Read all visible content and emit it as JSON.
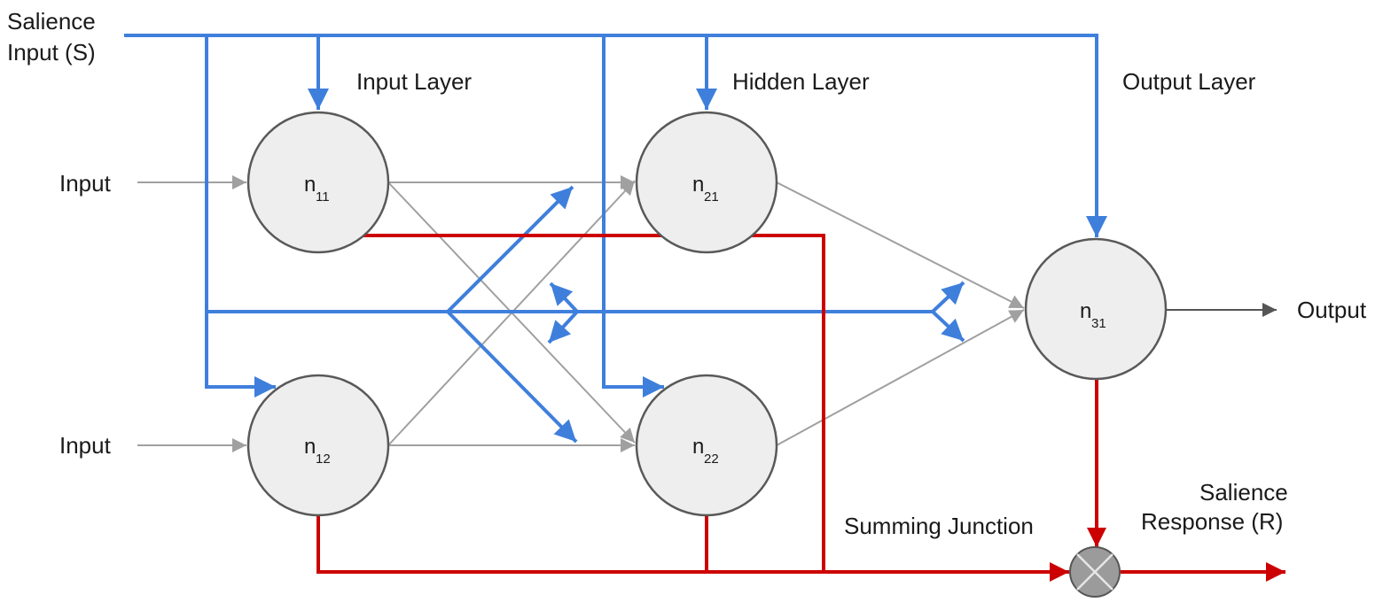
{
  "labels": {
    "salience_input_line1": "Salience",
    "salience_input_line2": "Input (S)",
    "input_layer": "Input Layer",
    "hidden_layer": "Hidden Layer",
    "output_layer": "Output Layer",
    "input_top": "Input",
    "input_bottom": "Input",
    "output": "Output",
    "summing_junction": "Summing Junction",
    "salience_response_line1": "Salience",
    "salience_response_line2": "Response (R)"
  },
  "nodes": {
    "n11": {
      "name": "n",
      "sub": "11"
    },
    "n12": {
      "name": "n",
      "sub": "12"
    },
    "n21": {
      "name": "n",
      "sub": "21"
    },
    "n22": {
      "name": "n",
      "sub": "22"
    },
    "n31": {
      "name": "n",
      "sub": "31"
    }
  },
  "colors": {
    "salience_signal": "#3f7fdc",
    "response_signal": "#cc0000",
    "connection": "#a0a0a0",
    "neuron_fill": "#eeeeee",
    "neuron_stroke": "#595959",
    "junction_fill": "#9b9b9b"
  }
}
